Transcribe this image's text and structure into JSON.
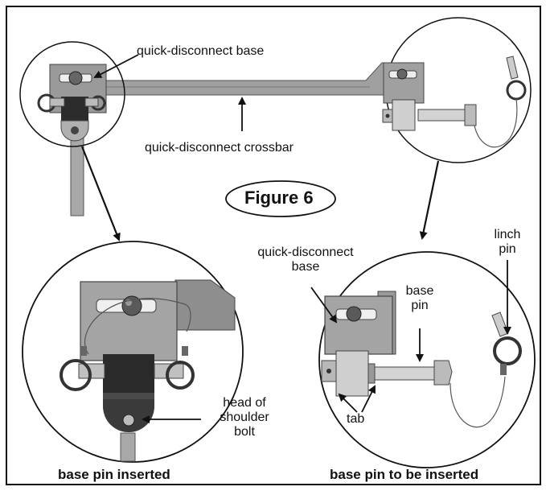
{
  "figure_label": "Figure 6",
  "labels": {
    "qd_base_top": "quick-disconnect base",
    "qd_crossbar": "quick-disconnect crossbar",
    "qd_base_right_line1": "quick-disconnect",
    "qd_base_right_line2": "base",
    "base_pin_line1": "base",
    "base_pin_line2": "pin",
    "linch_pin_line1": "linch",
    "linch_pin_line2": "pin",
    "head_line1": "head of",
    "head_line2": "shoulder",
    "head_line3": "bolt",
    "tab": "tab"
  },
  "captions": {
    "left": "base pin inserted",
    "right": "base pin to be inserted"
  },
  "colors": {
    "frame": "#111111",
    "metal_light": "#a4a4a4",
    "metal_mid": "#8a8a8a",
    "metal_dark": "#2a2a2a",
    "pin_light": "#d0d0d0"
  }
}
